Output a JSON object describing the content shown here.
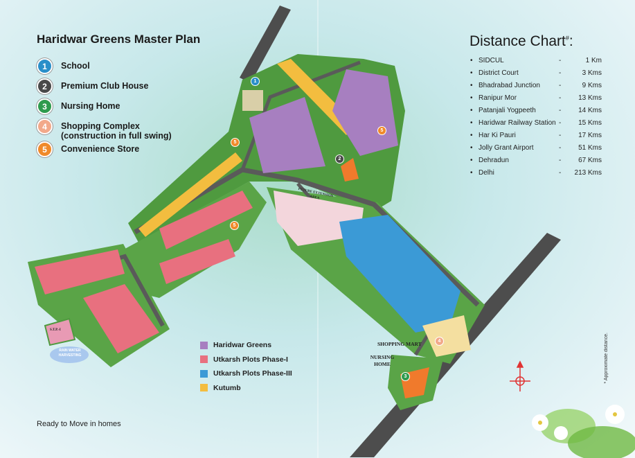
{
  "title": "Haridwar Greens Master Plan",
  "key": [
    {
      "num": "1",
      "label": "School",
      "color": "#2a8fc9"
    },
    {
      "num": "2",
      "label": "Premium Club House",
      "color": "#4a4a4a"
    },
    {
      "num": "3",
      "label": "Nursing Home",
      "color": "#2e9b4e"
    },
    {
      "num": "4",
      "label": "Shopping Complex\n(construction in full swing)",
      "color": "#f2a98a"
    },
    {
      "num": "5",
      "label": "Convenience Store",
      "color": "#f08a2a"
    }
  ],
  "legend": [
    {
      "label": "Haridwar Greens",
      "color": "#a77fc0"
    },
    {
      "label": "Utkarsh  Plots Phase-I",
      "color": "#e8707f"
    },
    {
      "label": "Utkarsh  Plots Phase-III",
      "color": "#3b9ad6"
    },
    {
      "label": "Kutumb",
      "color": "#f3bd3f"
    }
  ],
  "footer": "Ready to Move in homes",
  "distance_chart": {
    "title": "Distance Chart",
    "title_mark": "#",
    "title_suffix": ":",
    "rows": [
      {
        "name": "SIDCUL",
        "dist": "1 Km"
      },
      {
        "name": "District Court",
        "dist": "3 Kms"
      },
      {
        "name": "Bhadrabad Junction",
        "dist": "9 Kms"
      },
      {
        "name": "Ranipur Mor",
        "dist": "13 Kms"
      },
      {
        "name": "Patanjali Yogpeeth",
        "dist": "14 Kms"
      },
      {
        "name": "Haridwar Railway Station",
        "dist": "15 Kms"
      },
      {
        "name": "Har Ki Pauri",
        "dist": "17 Kms"
      },
      {
        "name": "Jolly Grant Airport",
        "dist": "51 Kms"
      },
      {
        "name": "Dehradun",
        "dist": "67 Kms"
      },
      {
        "name": "Delhi",
        "dist": "213 Kms"
      }
    ],
    "bullet": "•",
    "dash": "-"
  },
  "note": "* Approximate distance.",
  "map_labels": {
    "shopping_mart": "SHOPPING MART",
    "nursing_home": "NURSING HOME",
    "future_extension": "FUTURE EXTENSION AREA",
    "rain_water": "RAIN WATER HARVESTING",
    "stp": "S.T.P.-I"
  },
  "map_markers": [
    "1",
    "5",
    "2",
    "5",
    "5",
    "4",
    "3"
  ]
}
